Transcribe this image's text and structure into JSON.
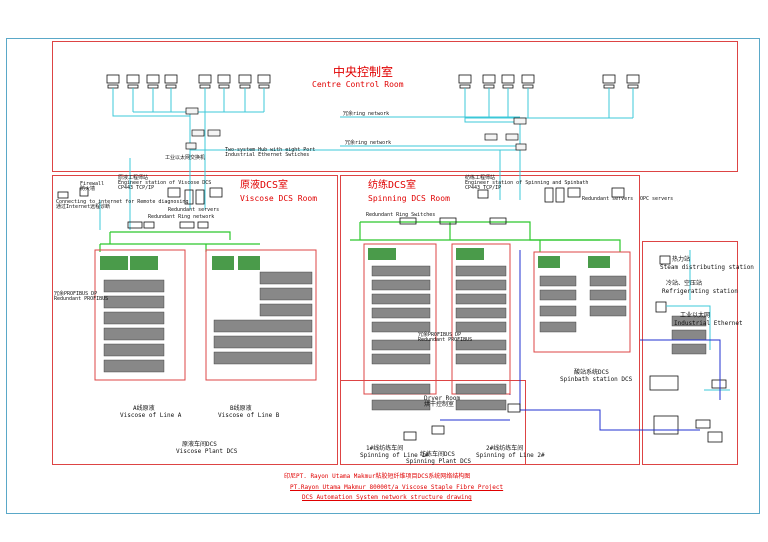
{
  "colors": {
    "frame": "#5aa8c8",
    "region": "#d44444",
    "cyan_line": "#3cc8d8",
    "green_line": "#2cc82c",
    "blue_line": "#2030d0",
    "red_text": "#e00000"
  },
  "control_room": {
    "title_cn": "中央控制室",
    "title_en": "Centre Control Room",
    "ring_label_1": "冗余ring network",
    "ring_label_2": "冗余ring network",
    "switch_note": "Two-system Hub with eight Port\nIndustrial Ethernet Swtiches",
    "switch_note_cn": "工业以太网交换机"
  },
  "viscose": {
    "title_cn": "原液DCS室",
    "title_en": "Viscose DCS Room",
    "firewall": "Firewall\n防火墙",
    "firewall_note": "Connecting to internet for Remote diagnosing\n通过Internet远程诊断",
    "engineer_note": "原液工程师站\nEngineer station of Viscose DCS\nCP443 TCP/IP",
    "redundant_servers": "Redundant servers",
    "ring_network": "Redundant Ring network",
    "redundant_profibus": "冗余PROFIBUS DP\nRedundant PROFIBUS",
    "line_a_cn": "A线原液",
    "line_a_en": "Viscose of Line A",
    "line_b_cn": "B线原液",
    "line_b_en": "Viscose of Line B",
    "plant_cn": "原液车间DCS",
    "plant_en": "Viscose Plant DCS"
  },
  "spinning": {
    "title_cn": "纺练DCS室",
    "title_en": "Spinning DCS Room",
    "engineer_note": "纺练工程师站\nEngineer station of Spinning and Spinbath\nCP443 TCP/IP",
    "redundant_servers": "Redundant servers",
    "opc_server": "OPC servers",
    "ring_switches": "Redundant Ring Switches",
    "redundant_profibus": "冗余PROFIBUS DP\nRedundant PROFIBUS",
    "dryer_room": "Dryer Room\n烘干控制室",
    "line_1_cn": "1#线纺练车间",
    "line_1_en": "Spinning of Line 1#",
    "line_2_cn": "2#线纺练车间",
    "line_2_en": "Spinning of Line 2#",
    "plant_cn": "纺练车间DCS",
    "plant_en": "Spinning Plant DCS",
    "spinbath_cn": "酸站系统DCS",
    "spinbath_en": "Spinbath station DCS"
  },
  "utilities": {
    "heat_station_cn": "热力站",
    "heat_station_en": "Steam distributing station",
    "refrigeration_cn": "冷站、空压站",
    "refrigeration_en": "Refrigerating station",
    "industrial_ethernet_cn": "工业以太网",
    "industrial_ethernet_en": "Industrial Ethernet"
  },
  "footer": {
    "line1": "印尼PT. Rayon Utama Makmur粘胶短纤维项目DCS系统网络结构图",
    "line2": "PT.Rayon Utama Makmur 80000t/a Viscose Staple Fibre Project",
    "line3": "DCS Automation System network structure drawing"
  }
}
